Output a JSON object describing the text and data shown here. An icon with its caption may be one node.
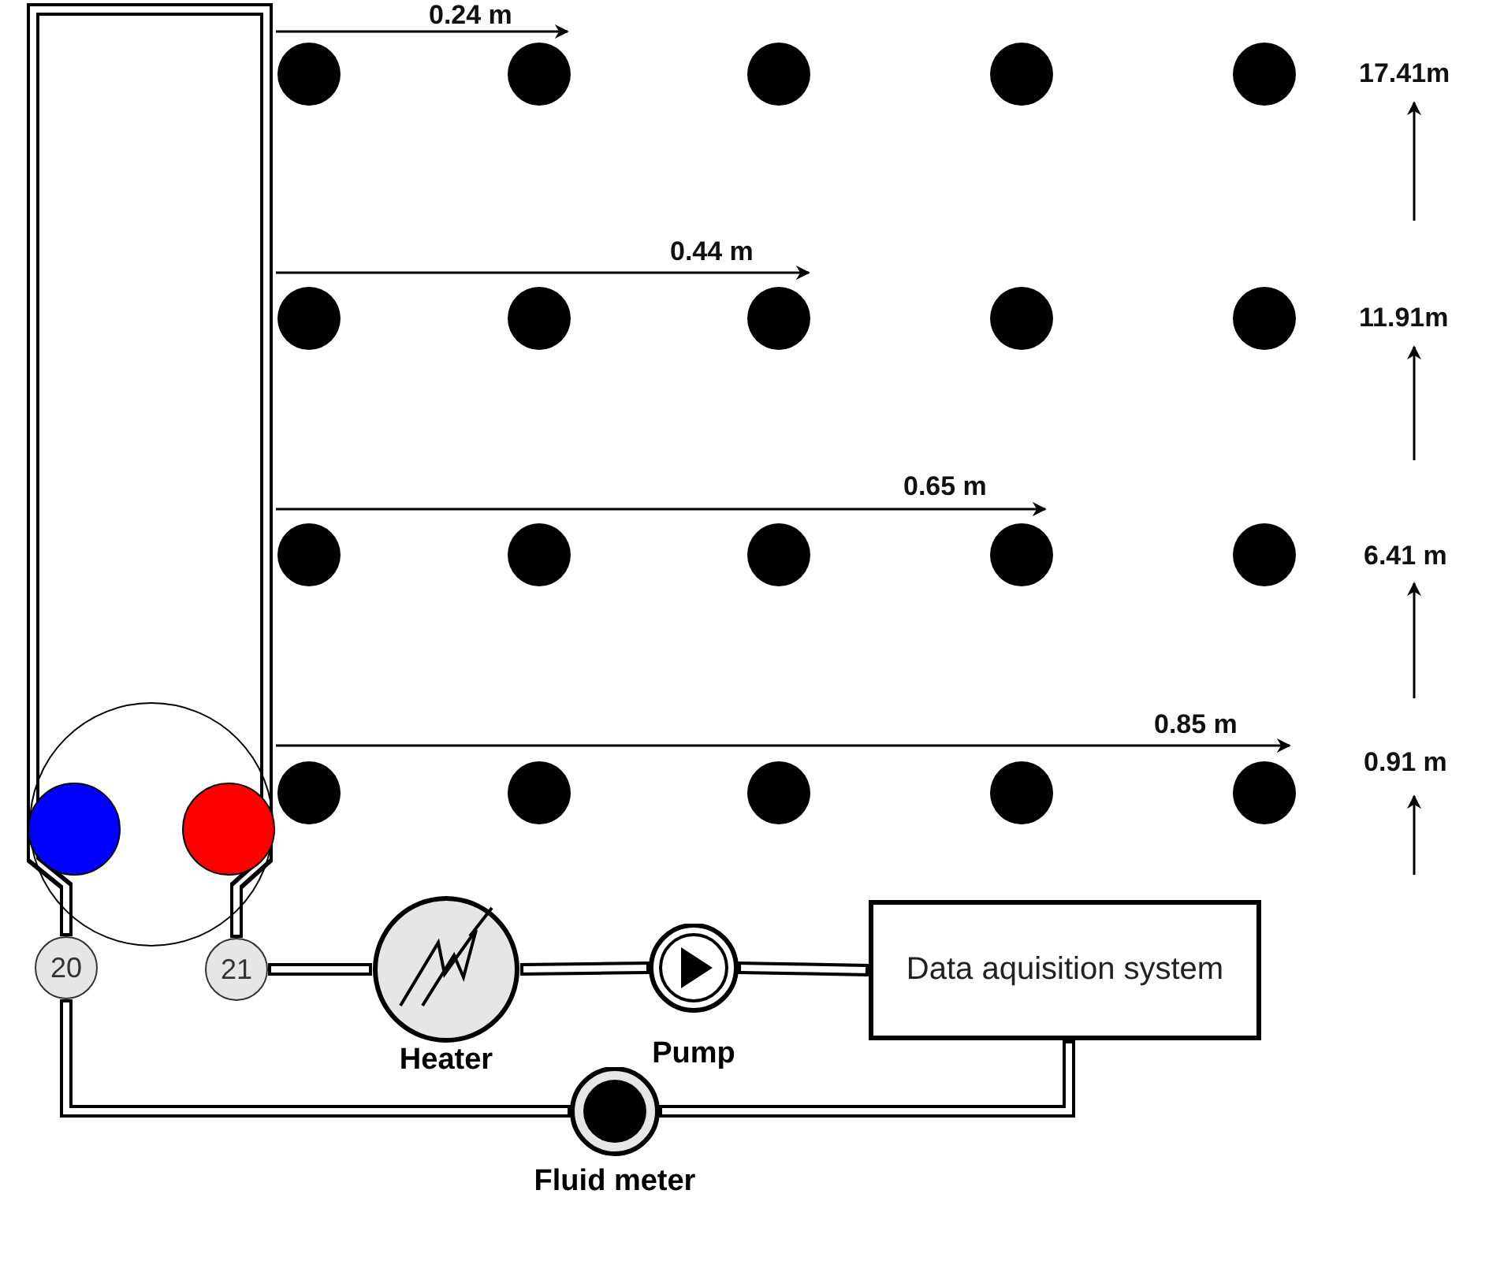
{
  "diagram": {
    "nodes": [
      {
        "text": [
          "20"
        ]
      },
      {
        "text": [
          "21"
        ]
      },
      {
        "text": [
          "Heater"
        ]
      },
      {
        "text": [
          "Pump"
        ]
      },
      {
        "text": [
          "Data aquisition system"
        ]
      },
      {
        "text": [
          "Fluid meter"
        ]
      }
    ],
    "edges": [
      {
        "from": 0,
        "to": 1,
        "arrow": "none"
      },
      {
        "from": 1,
        "to": 2,
        "arrow": "none"
      },
      {
        "from": 2,
        "to": 3,
        "arrow": "none"
      },
      {
        "from": 3,
        "to": 4,
        "arrow": "none"
      },
      {
        "from": 4,
        "to": 5,
        "arrow": "none"
      },
      {
        "from": 5,
        "to": 0,
        "arrow": "none"
      }
    ],
    "labels": [
      "0.24 m",
      "17.41m",
      "0.44 m",
      "11.91m",
      "0.65 m",
      "6.41 m",
      "0.85 m",
      "0.91 m"
    ]
  }
}
